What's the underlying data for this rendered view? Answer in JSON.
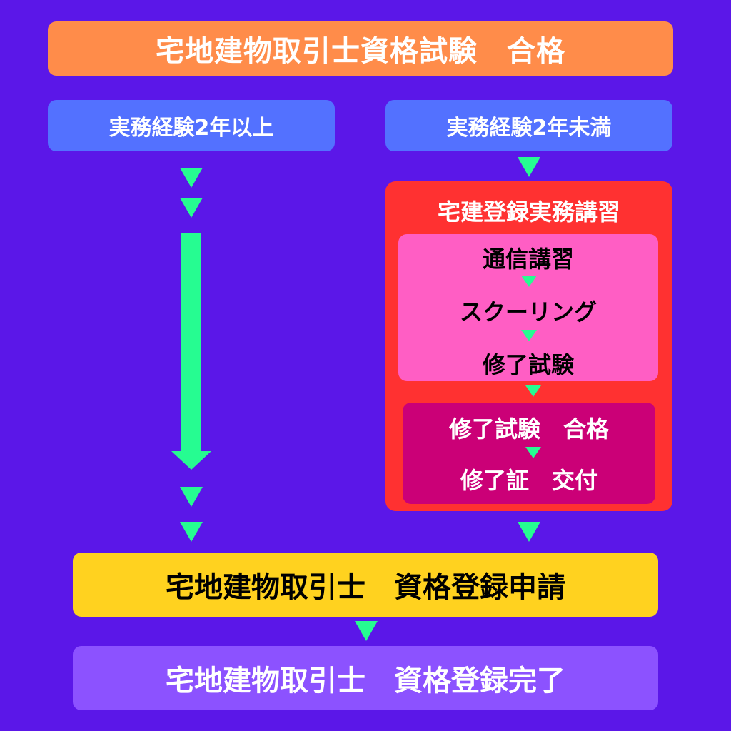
{
  "title": "宅地建物取引士資格試験　合格",
  "left_branch": {
    "label": "実務経験2年以上"
  },
  "right_branch": {
    "label": "実務経験2年未満",
    "course": {
      "title": "宅建登録実務講習",
      "steps": [
        "通信講習",
        "スクーリング",
        "修了試験"
      ],
      "result_steps": [
        "修了試験　合格",
        "修了証　交付"
      ]
    }
  },
  "application": {
    "label": "宅地建物取引士　資格登録申請"
  },
  "completion": {
    "label": "宅地建物取引士　資格登録完了"
  },
  "colors": {
    "background": "#5b17e8",
    "title_box": "#ff8c4a",
    "branch_box": "#5371ff",
    "course_box": "#ff3131",
    "steps_box": "#ff5ec4",
    "result_box": "#cb0077",
    "application_box": "#ffd21f",
    "completion_box": "#8c52ff",
    "arrow": "#26fc91"
  }
}
